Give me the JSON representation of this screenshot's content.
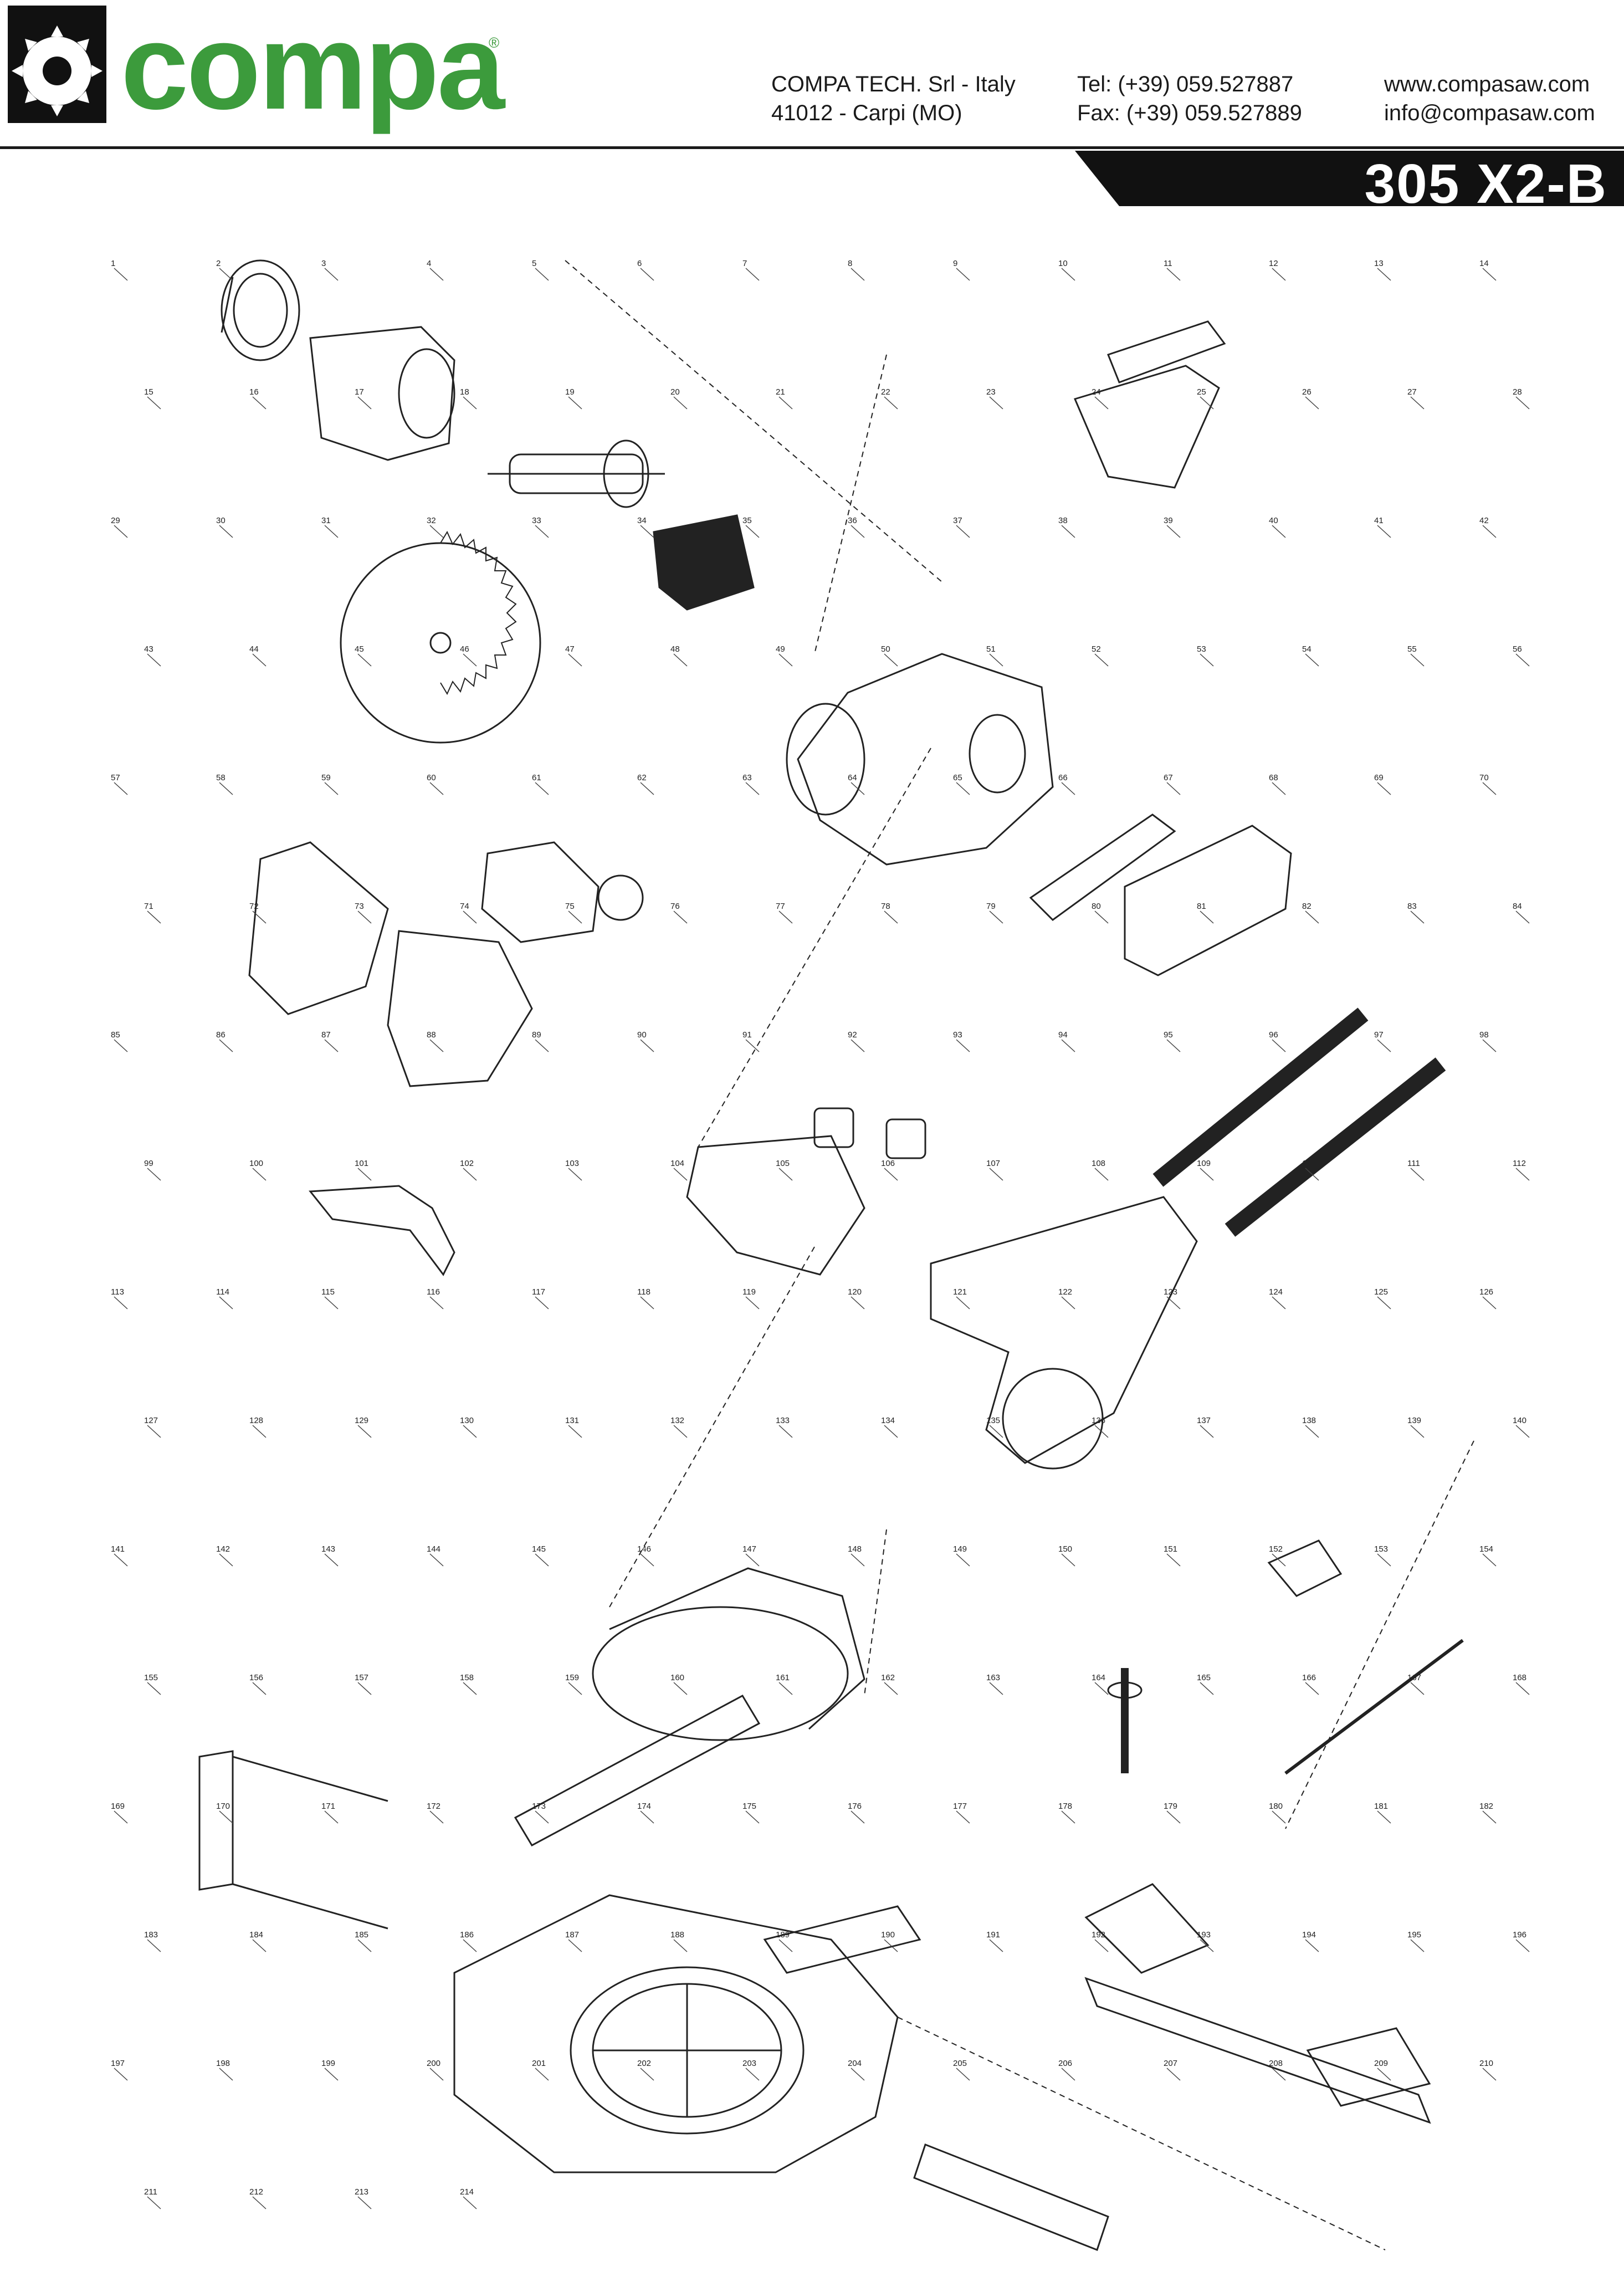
{
  "brand": {
    "name": "compa",
    "registered": "®"
  },
  "company": {
    "line1": "COMPA TECH. Srl - Italy",
    "line2": "41012 - Carpi (MO)"
  },
  "phone": {
    "tel": "Tel: (+39) 059.527887",
    "fax": "Fax: (+39) 059.527889"
  },
  "web": {
    "site": "www.compasaw.com",
    "email": "info@compasaw.com"
  },
  "model": "305 X2-B",
  "colors": {
    "brand_green": "#3c9b3c",
    "ink": "#1a1a1a",
    "band": "#111111"
  },
  "part_numbers": [
    "1",
    "2",
    "3",
    "4",
    "5",
    "6",
    "7",
    "8",
    "9",
    "10",
    "11",
    "12",
    "13",
    "14",
    "15",
    "16",
    "17",
    "18",
    "19",
    "20",
    "21",
    "22",
    "23",
    "24",
    "25",
    "26",
    "27",
    "28",
    "29",
    "30",
    "31",
    "32",
    "33",
    "34",
    "35",
    "36",
    "37",
    "38",
    "39",
    "40",
    "41",
    "42",
    "43",
    "44",
    "45",
    "46",
    "47",
    "48",
    "49",
    "50",
    "51",
    "52",
    "53",
    "54",
    "55",
    "56",
    "57",
    "58",
    "59",
    "60",
    "61",
    "62",
    "63",
    "64",
    "65",
    "66",
    "67",
    "68",
    "69",
    "70",
    "71",
    "72",
    "73",
    "74",
    "75",
    "76",
    "77",
    "78",
    "79",
    "80",
    "81",
    "82",
    "83",
    "84",
    "85",
    "86",
    "87",
    "88",
    "89",
    "90",
    "91",
    "92",
    "93",
    "94",
    "95",
    "96",
    "97",
    "98",
    "99",
    "100",
    "101",
    "102",
    "103",
    "104",
    "105",
    "106",
    "107",
    "108",
    "109",
    "110",
    "111",
    "112",
    "113",
    "114",
    "115",
    "116",
    "117",
    "118",
    "119",
    "120",
    "121",
    "122",
    "123",
    "124",
    "125",
    "126",
    "127",
    "128",
    "129",
    "130",
    "131",
    "132",
    "133",
    "134",
    "135",
    "136",
    "137",
    "138",
    "139",
    "140",
    "141",
    "142",
    "143",
    "144",
    "145",
    "146",
    "147",
    "148",
    "149",
    "150",
    "151",
    "152",
    "153",
    "154",
    "155",
    "156",
    "157",
    "158",
    "159",
    "160",
    "161",
    "162",
    "163",
    "164",
    "165",
    "166",
    "167",
    "168",
    "169",
    "170",
    "171",
    "172",
    "173",
    "174",
    "175",
    "176",
    "177",
    "178",
    "179",
    "180",
    "181",
    "182",
    "183",
    "184",
    "185",
    "186",
    "187",
    "188",
    "189",
    "190",
    "191",
    "192",
    "193",
    "194",
    "195",
    "196",
    "197",
    "198",
    "199",
    "200",
    "201",
    "202",
    "203",
    "204",
    "205",
    "206",
    "207",
    "208",
    "209",
    "210",
    "211",
    "212",
    "213",
    "214"
  ]
}
